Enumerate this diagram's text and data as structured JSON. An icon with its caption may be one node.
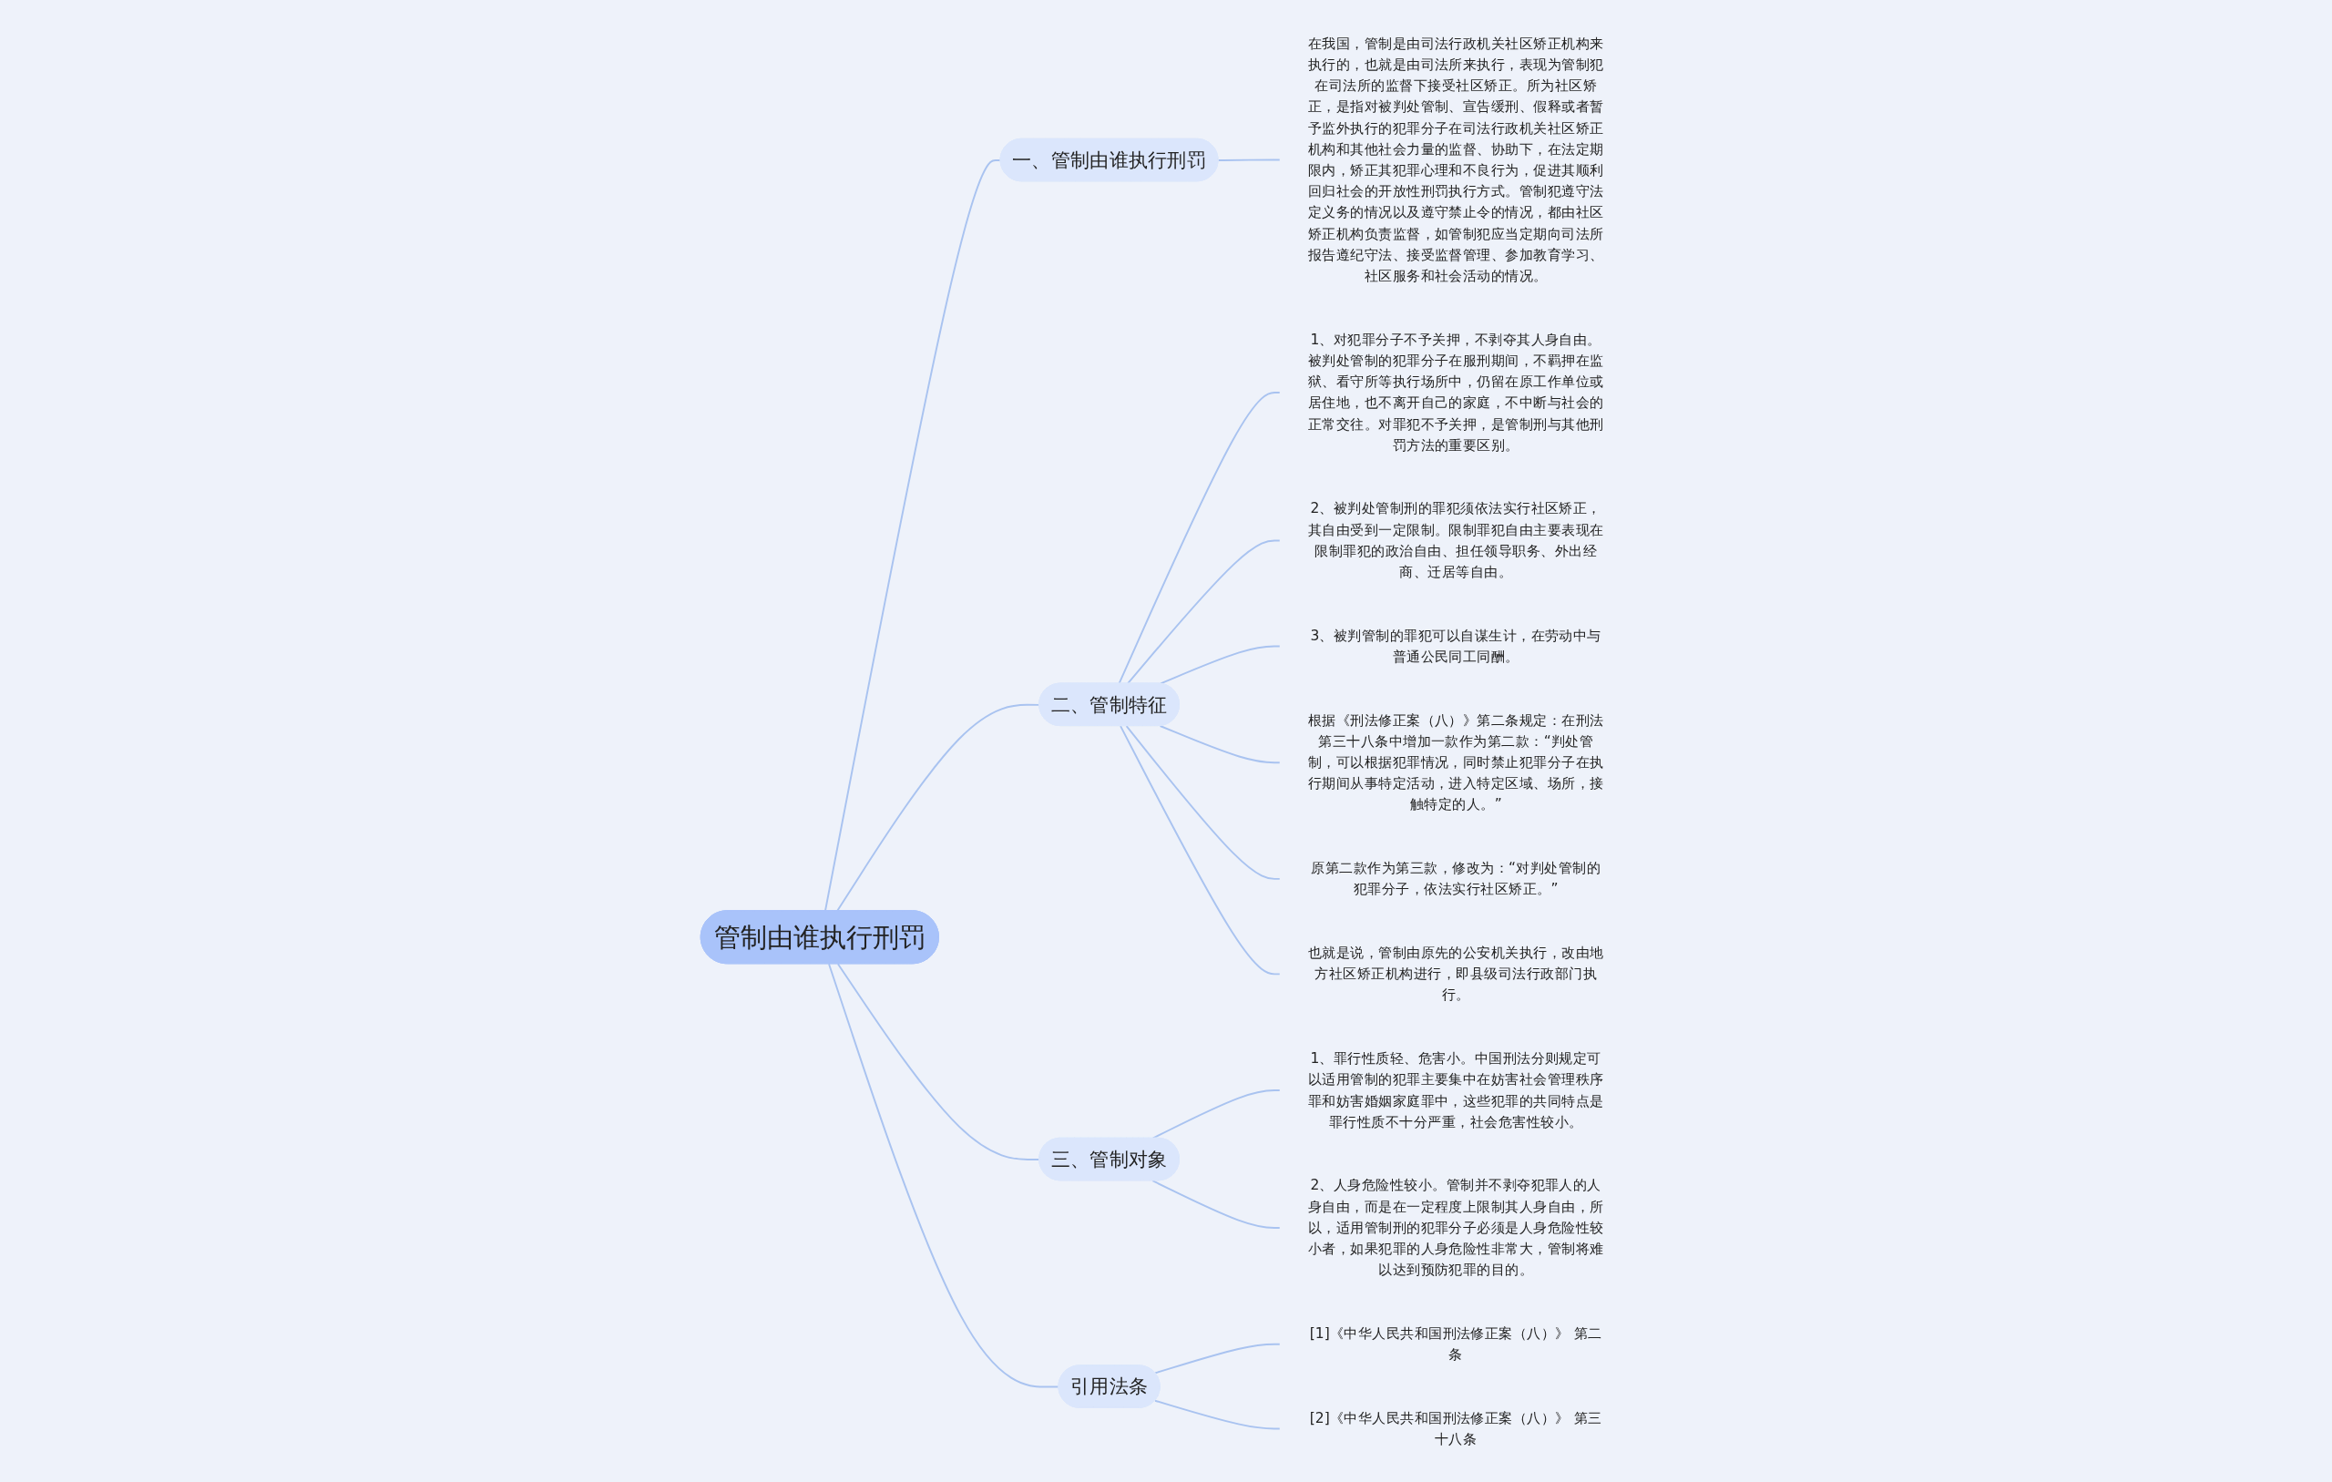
{
  "diagram": {
    "nodes": [
      {
        "text": [
          "管制由谁执行刑罚"
        ]
      },
      {
        "text": [
          "一、管制由谁执行刑罚"
        ]
      },
      {
        "text": [
          "在我国，管制是由司法行政机关社区矫正机构来执行的，也就是由司法所来执行，表现为管制犯在司法所的监督下接受社区矫正。所为社区矫正，是指对被判处管制、宣告缓刑、假释或者暂予监外执行的犯罪分子在司法行政机关社区矫正机构和其他社会力量的监督、协助下，在法定期限内，矫正其犯罪心理和不良行为，促进其顺利回归社会的开放性刑罚执行方式。管制犯遵守法定义务的情况以及遵守禁止令的情况，都由社区矫正机构负责监督，如管制犯应当定期向司法所报告遵纪守法、接受监督管理、参加教育学习、社区服务和社会活动的情况。"
        ]
      },
      {
        "text": [
          "二、管制特征"
        ]
      },
      {
        "text": [
          "1、对犯罪分子不予关押，不剥夺其人身自由。被判处管制的犯罪分子在服刑期间，不羁押在监狱、看守所等执行场所中，仍留在原工作单位或居住地，也不离开自己的家庭，不中断与社会的正常交往。对罪犯不予关押，是管制刑与其他刑罚方法的重要区别。"
        ]
      },
      {
        "text": [
          "2、被判处管制刑的罪犯须依法实行社区矫正，其自由受到一定限制。限制罪犯自由主要表现在限制罪犯的政治自由、担任领导职务、外出经商、迁居等自由。"
        ]
      },
      {
        "text": [
          "3、被判管制的罪犯可以自谋生计，在劳动中与普通公民同工同酬。"
        ]
      },
      {
        "text": [
          "根据《刑法修正案（八）》第二条规定：在刑法第三十八条中增加一款作为第二款：“判处管制，可以根据犯罪情况，同时禁止犯罪分子在执行期间从事特定活动，进入特定区域、场所，接触特定的人。”"
        ]
      },
      {
        "text": [
          "原第二款作为第三款，修改为：“对判处管制的犯罪分子，依法实行社区矫正。”"
        ]
      },
      {
        "text": [
          "也就是说，管制由原先的公安机关执行，改由地方社区矫正机构进行，即县级司法行政部门执行。"
        ]
      },
      {
        "text": [
          "三、管制对象"
        ]
      },
      {
        "text": [
          "1、罪行性质轻、危害小。中国刑法分则规定可以适用管制的犯罪主要集中在妨害社会管理秩序罪和妨害婚姻家庭罪中，这些犯罪的共同特点是罪行性质不十分严重，社会危害性较小。"
        ]
      },
      {
        "text": [
          "2、人身危险性较小。管制并不剥夺犯罪人的人身自由，而是在一定程度上限制其人身自由，所以，适用管制刑的犯罪分子必须是人身危险性较小者，如果犯罪的人身危险性非常大，管制将难以达到预防犯罪的目的。"
        ]
      },
      {
        "text": [
          "引用法条"
        ]
      },
      {
        "text": [
          "[1]《中华人民共和国刑法修正案（八）》 第二条"
        ]
      },
      {
        "text": [
          "[2]《中华人民共和国刑法修正案（八）》 第三十八条"
        ]
      }
    ],
    "edges": [
      {
        "from": 0,
        "to": 1,
        "arrow": "none"
      },
      {
        "from": 1,
        "to": 2,
        "arrow": "none"
      },
      {
        "from": 0,
        "to": 3,
        "arrow": "none"
      },
      {
        "from": 3,
        "to": 4,
        "arrow": "none"
      },
      {
        "from": 3,
        "to": 5,
        "arrow": "none"
      },
      {
        "from": 3,
        "to": 6,
        "arrow": "none"
      },
      {
        "from": 3,
        "to": 7,
        "arrow": "none"
      },
      {
        "from": 3,
        "to": 8,
        "arrow": "none"
      },
      {
        "from": 3,
        "to": 9,
        "arrow": "none"
      },
      {
        "from": 0,
        "to": 10,
        "arrow": "none"
      },
      {
        "from": 10,
        "to": 11,
        "arrow": "none"
      },
      {
        "from": 10,
        "to": 12,
        "arrow": "none"
      },
      {
        "from": 0,
        "to": 13,
        "arrow": "none"
      },
      {
        "from": 13,
        "to": 14,
        "arrow": "none"
      },
      {
        "from": 13,
        "to": 15,
        "arrow": "none"
      }
    ]
  }
}
